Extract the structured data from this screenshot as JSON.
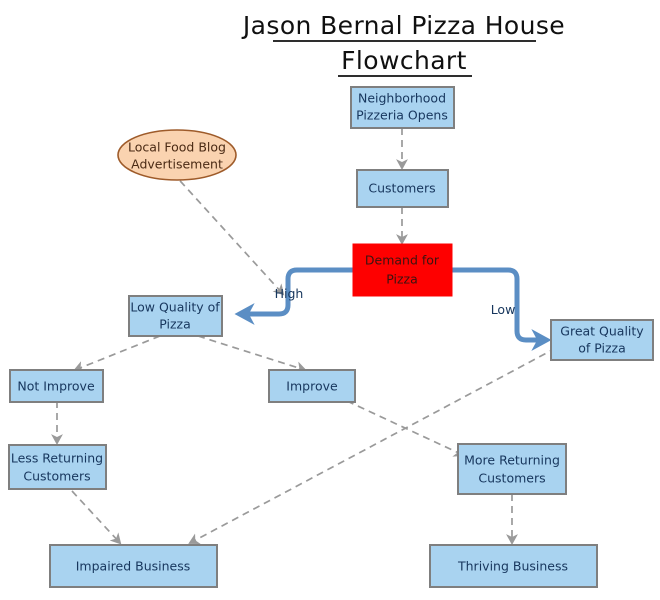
{
  "title": {
    "line1": "Jason Bernal Pizza House",
    "line2": "Flowchart"
  },
  "colors": {
    "box_fill": "#a9d3f0",
    "box_border": "#7f7f7f",
    "decision_fill": "#fe0000",
    "ellipse_fill": "#fad3b0",
    "ellipse_border": "#9e5b2a",
    "blue_connector": "#5b8ec4",
    "dashed_connector": "#9a9a9a",
    "text": "#17365d",
    "background": "#ffffff"
  },
  "nodes": [
    {
      "id": "pizzeria_opens",
      "label_line1": "Neighborhood",
      "label_line2": "Pizzeria Opens",
      "shape": "rect",
      "style": "blue"
    },
    {
      "id": "customers",
      "label_line1": "Customers",
      "label_line2": "",
      "shape": "rect",
      "style": "blue"
    },
    {
      "id": "advertisement",
      "label_line1": "Local Food Blog",
      "label_line2": "Advertisement",
      "shape": "ellipse",
      "style": "peach"
    },
    {
      "id": "demand",
      "label_line1": "Demand for",
      "label_line2": "Pizza",
      "shape": "rect",
      "style": "red"
    },
    {
      "id": "low_quality",
      "label_line1": "Low Quality of",
      "label_line2": "Pizza",
      "shape": "rect",
      "style": "blue"
    },
    {
      "id": "great_quality",
      "label_line1": "Great Quality",
      "label_line2": "of Pizza",
      "shape": "rect",
      "style": "blue"
    },
    {
      "id": "not_improve",
      "label_line1": "Not Improve",
      "label_line2": "",
      "shape": "rect",
      "style": "blue"
    },
    {
      "id": "improve",
      "label_line1": "Improve",
      "label_line2": "",
      "shape": "rect",
      "style": "blue"
    },
    {
      "id": "less_returning",
      "label_line1": "Less Returning",
      "label_line2": "Customers",
      "shape": "rect",
      "style": "blue"
    },
    {
      "id": "more_returning",
      "label_line1": "More Returning",
      "label_line2": "Customers",
      "shape": "rect",
      "style": "blue"
    },
    {
      "id": "impaired_business",
      "label_line1": "Impaired Business",
      "label_line2": "",
      "shape": "rect",
      "style": "blue"
    },
    {
      "id": "thriving_business",
      "label_line1": "Thriving Business",
      "label_line2": "",
      "shape": "rect",
      "style": "blue"
    }
  ],
  "edge_labels": {
    "high": "High",
    "low": "Low"
  },
  "edges": [
    {
      "from": "pizzeria_opens",
      "to": "customers",
      "style": "dashed",
      "label": ""
    },
    {
      "from": "customers",
      "to": "demand",
      "style": "dashed",
      "label": ""
    },
    {
      "from": "advertisement",
      "to": "demand",
      "style": "dashed",
      "label": ""
    },
    {
      "from": "demand",
      "to": "low_quality",
      "style": "blue",
      "label": "High"
    },
    {
      "from": "demand",
      "to": "great_quality",
      "style": "blue",
      "label": "Low"
    },
    {
      "from": "low_quality",
      "to": "not_improve",
      "style": "dashed",
      "label": ""
    },
    {
      "from": "low_quality",
      "to": "improve",
      "style": "dashed",
      "label": ""
    },
    {
      "from": "not_improve",
      "to": "less_returning",
      "style": "dashed",
      "label": ""
    },
    {
      "from": "improve",
      "to": "more_returning",
      "style": "dashed",
      "label": ""
    },
    {
      "from": "great_quality",
      "to": "impaired_business",
      "style": "dashed",
      "label": ""
    },
    {
      "from": "less_returning",
      "to": "impaired_business",
      "style": "dashed",
      "label": ""
    },
    {
      "from": "more_returning",
      "to": "thriving_business",
      "style": "dashed",
      "label": ""
    }
  ]
}
